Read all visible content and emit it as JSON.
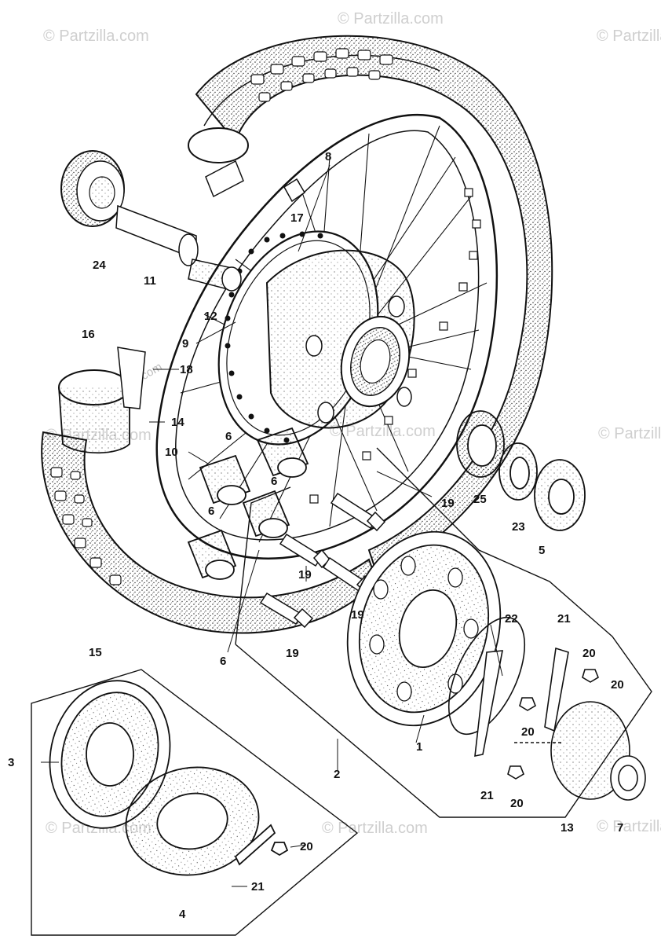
{
  "watermarks": [
    "© Partzilla.com",
    "© Partzilla.com",
    "© Partzilla.com",
    "© Partzilla.com",
    "© Partzilla.com",
    "© Partzilla.com",
    "© Partzilla.com",
    "© Partzilla.com",
    "© Partzilla.com",
    "© Partzilla.com"
  ],
  "callouts": [
    {
      "id": "c1",
      "label": "1"
    },
    {
      "id": "c2",
      "label": "2"
    },
    {
      "id": "c3",
      "label": "3"
    },
    {
      "id": "c4",
      "label": "4"
    },
    {
      "id": "c5",
      "label": "5"
    },
    {
      "id": "c6a",
      "label": "6"
    },
    {
      "id": "c6b",
      "label": "6"
    },
    {
      "id": "c6c",
      "label": "6"
    },
    {
      "id": "c6d",
      "label": "6"
    },
    {
      "id": "c7",
      "label": "7"
    },
    {
      "id": "c8",
      "label": "8"
    },
    {
      "id": "c9",
      "label": "9"
    },
    {
      "id": "c10",
      "label": "10"
    },
    {
      "id": "c11",
      "label": "11"
    },
    {
      "id": "c12",
      "label": "12"
    },
    {
      "id": "c13",
      "label": "13"
    },
    {
      "id": "c14",
      "label": "14"
    },
    {
      "id": "c15",
      "label": "15"
    },
    {
      "id": "c16",
      "label": "16"
    },
    {
      "id": "c17",
      "label": "17"
    },
    {
      "id": "c18",
      "label": "18"
    },
    {
      "id": "c19a",
      "label": "19"
    },
    {
      "id": "c19b",
      "label": "19"
    },
    {
      "id": "c19c",
      "label": "19"
    },
    {
      "id": "c19d",
      "label": "19"
    },
    {
      "id": "c20a",
      "label": "20"
    },
    {
      "id": "c20b",
      "label": "20"
    },
    {
      "id": "c20c",
      "label": "20"
    },
    {
      "id": "c20d",
      "label": "20"
    },
    {
      "id": "c20e",
      "label": "20"
    },
    {
      "id": "c21a",
      "label": "21"
    },
    {
      "id": "c21b",
      "label": "21"
    },
    {
      "id": "c21c",
      "label": "21"
    },
    {
      "id": "c22",
      "label": "22"
    },
    {
      "id": "c23",
      "label": "23"
    },
    {
      "id": "c24",
      "label": "24"
    },
    {
      "id": "c25",
      "label": "25"
    }
  ]
}
